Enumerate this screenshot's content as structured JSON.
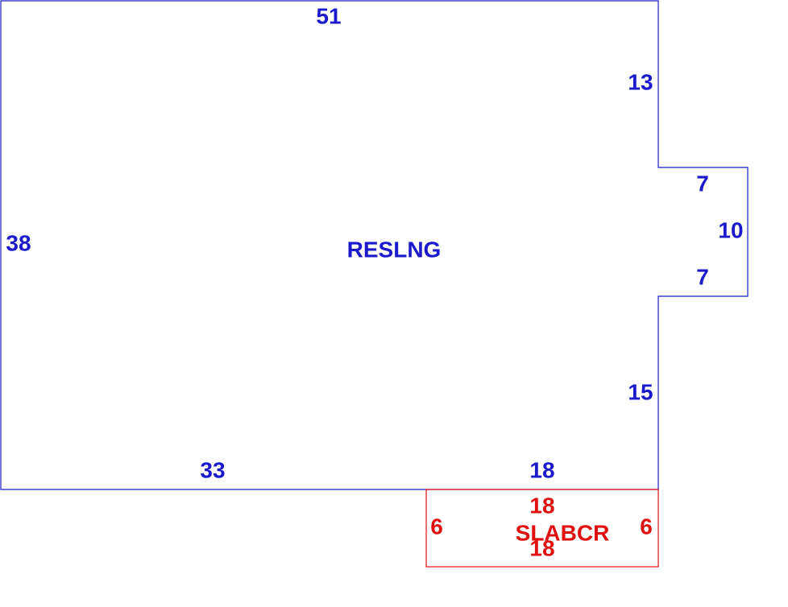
{
  "colors": {
    "main": "#1a1acc",
    "addition": "#e01010",
    "background": "#ffffff"
  },
  "main_area": {
    "label": "RESLNG",
    "dimensions": {
      "top": "51",
      "right_upper": "13",
      "bump_top": "7",
      "bump_side": "10",
      "bump_bottom": "7",
      "right_lower": "15",
      "bottom_right": "18",
      "bottom_left": "33",
      "left": "38"
    }
  },
  "addition_area": {
    "label": "SLABCR",
    "dimensions": {
      "top": "18",
      "left": "6",
      "right": "6",
      "bottom": "18"
    }
  }
}
